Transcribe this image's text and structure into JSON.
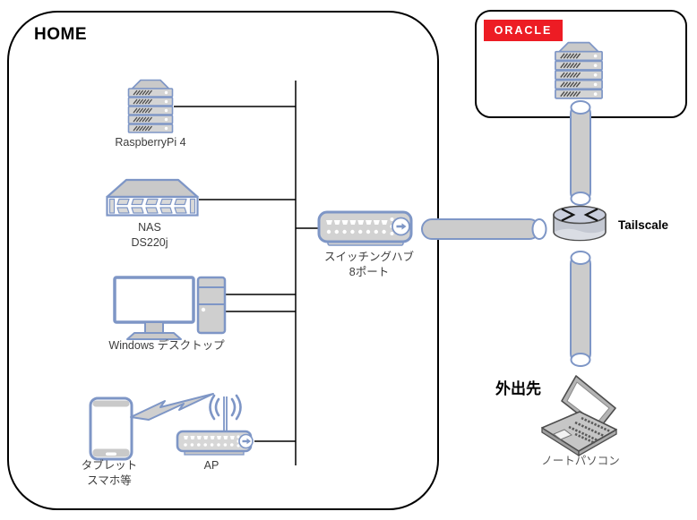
{
  "diagram": {
    "zones": {
      "home": {
        "title": "HOME"
      },
      "oracle_cloud": {
        "logo_text": "ORACLE"
      },
      "outside": {
        "label": "外出先"
      }
    },
    "nodes": {
      "raspberry_pi": {
        "label": "RaspberryPi 4"
      },
      "nas": {
        "label_line1": "NAS",
        "label_line2": "DS220j"
      },
      "windows_desktop": {
        "label": "Windows デスクトップ"
      },
      "tablet_smartphone": {
        "label_line1": "タブレット",
        "label_line2": "スマホ等"
      },
      "access_point": {
        "label": "AP"
      },
      "switching_hub": {
        "label_line1": "スイッチングハブ",
        "label_line2": "8ポート"
      },
      "tailscale": {
        "label": "Tailscale"
      },
      "laptop": {
        "label": "ノートパソコン"
      }
    },
    "colors": {
      "icon_stroke": "#7e96c6",
      "icon_fill": "#d2d2d2",
      "oracle_red": "#ed1c24",
      "connector": "#000000"
    }
  }
}
